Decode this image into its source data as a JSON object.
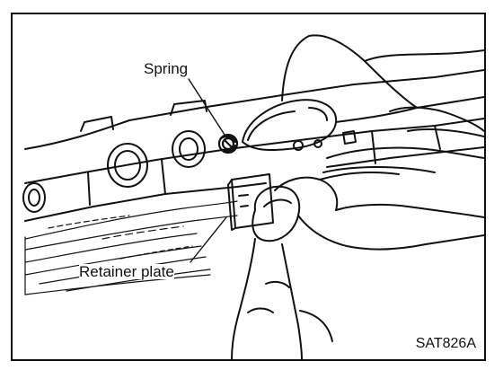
{
  "labels": {
    "spring": "Spring",
    "retainer_plate": "Retainer plate"
  },
  "figure_code": "SAT826A",
  "colors": {
    "ink": "#111111",
    "paper": "#ffffff"
  }
}
